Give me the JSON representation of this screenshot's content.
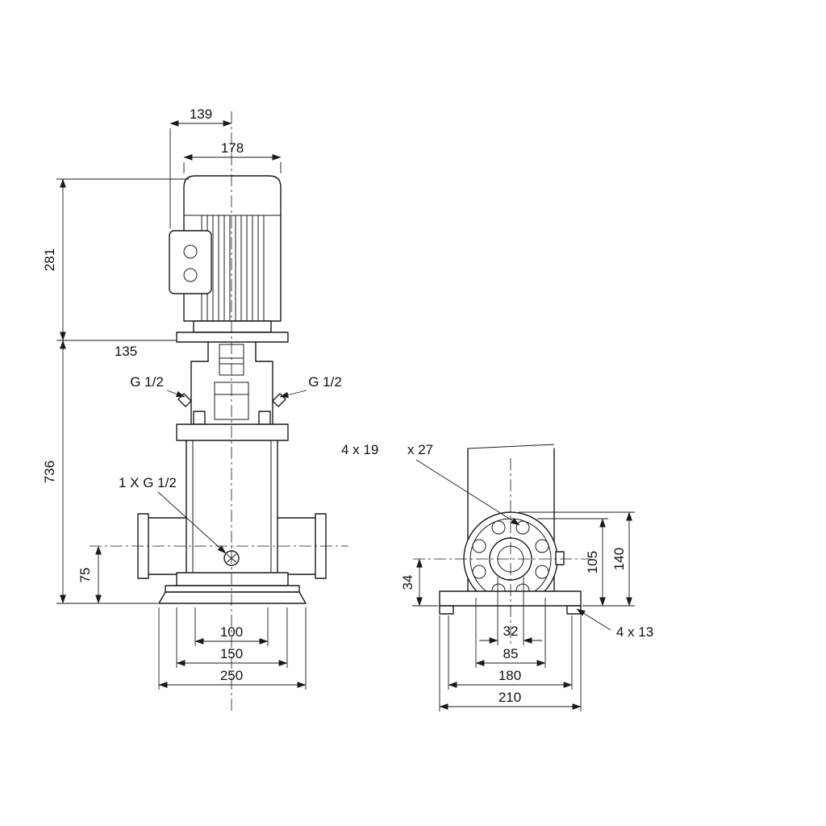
{
  "drawing": {
    "front": {
      "d139": "139",
      "d178": "178",
      "d281": "281",
      "d135": "135",
      "d736": "736",
      "d75": "75",
      "d100": "100",
      "d150": "150",
      "d250": "250",
      "g12_left": "G 1/2",
      "g12_right": "G 1/2",
      "drain": "1 X G 1/2"
    },
    "side": {
      "holes_19": "4 x 19",
      "holes_27": "x 27",
      "d34": "34",
      "d105": "105",
      "d140": "140",
      "d32": "32",
      "d85": "85",
      "d180": "180",
      "d210": "210",
      "holes_13": "4 x 13"
    },
    "colors": {
      "line": "#1a1a1a",
      "background": "#ffffff"
    }
  }
}
